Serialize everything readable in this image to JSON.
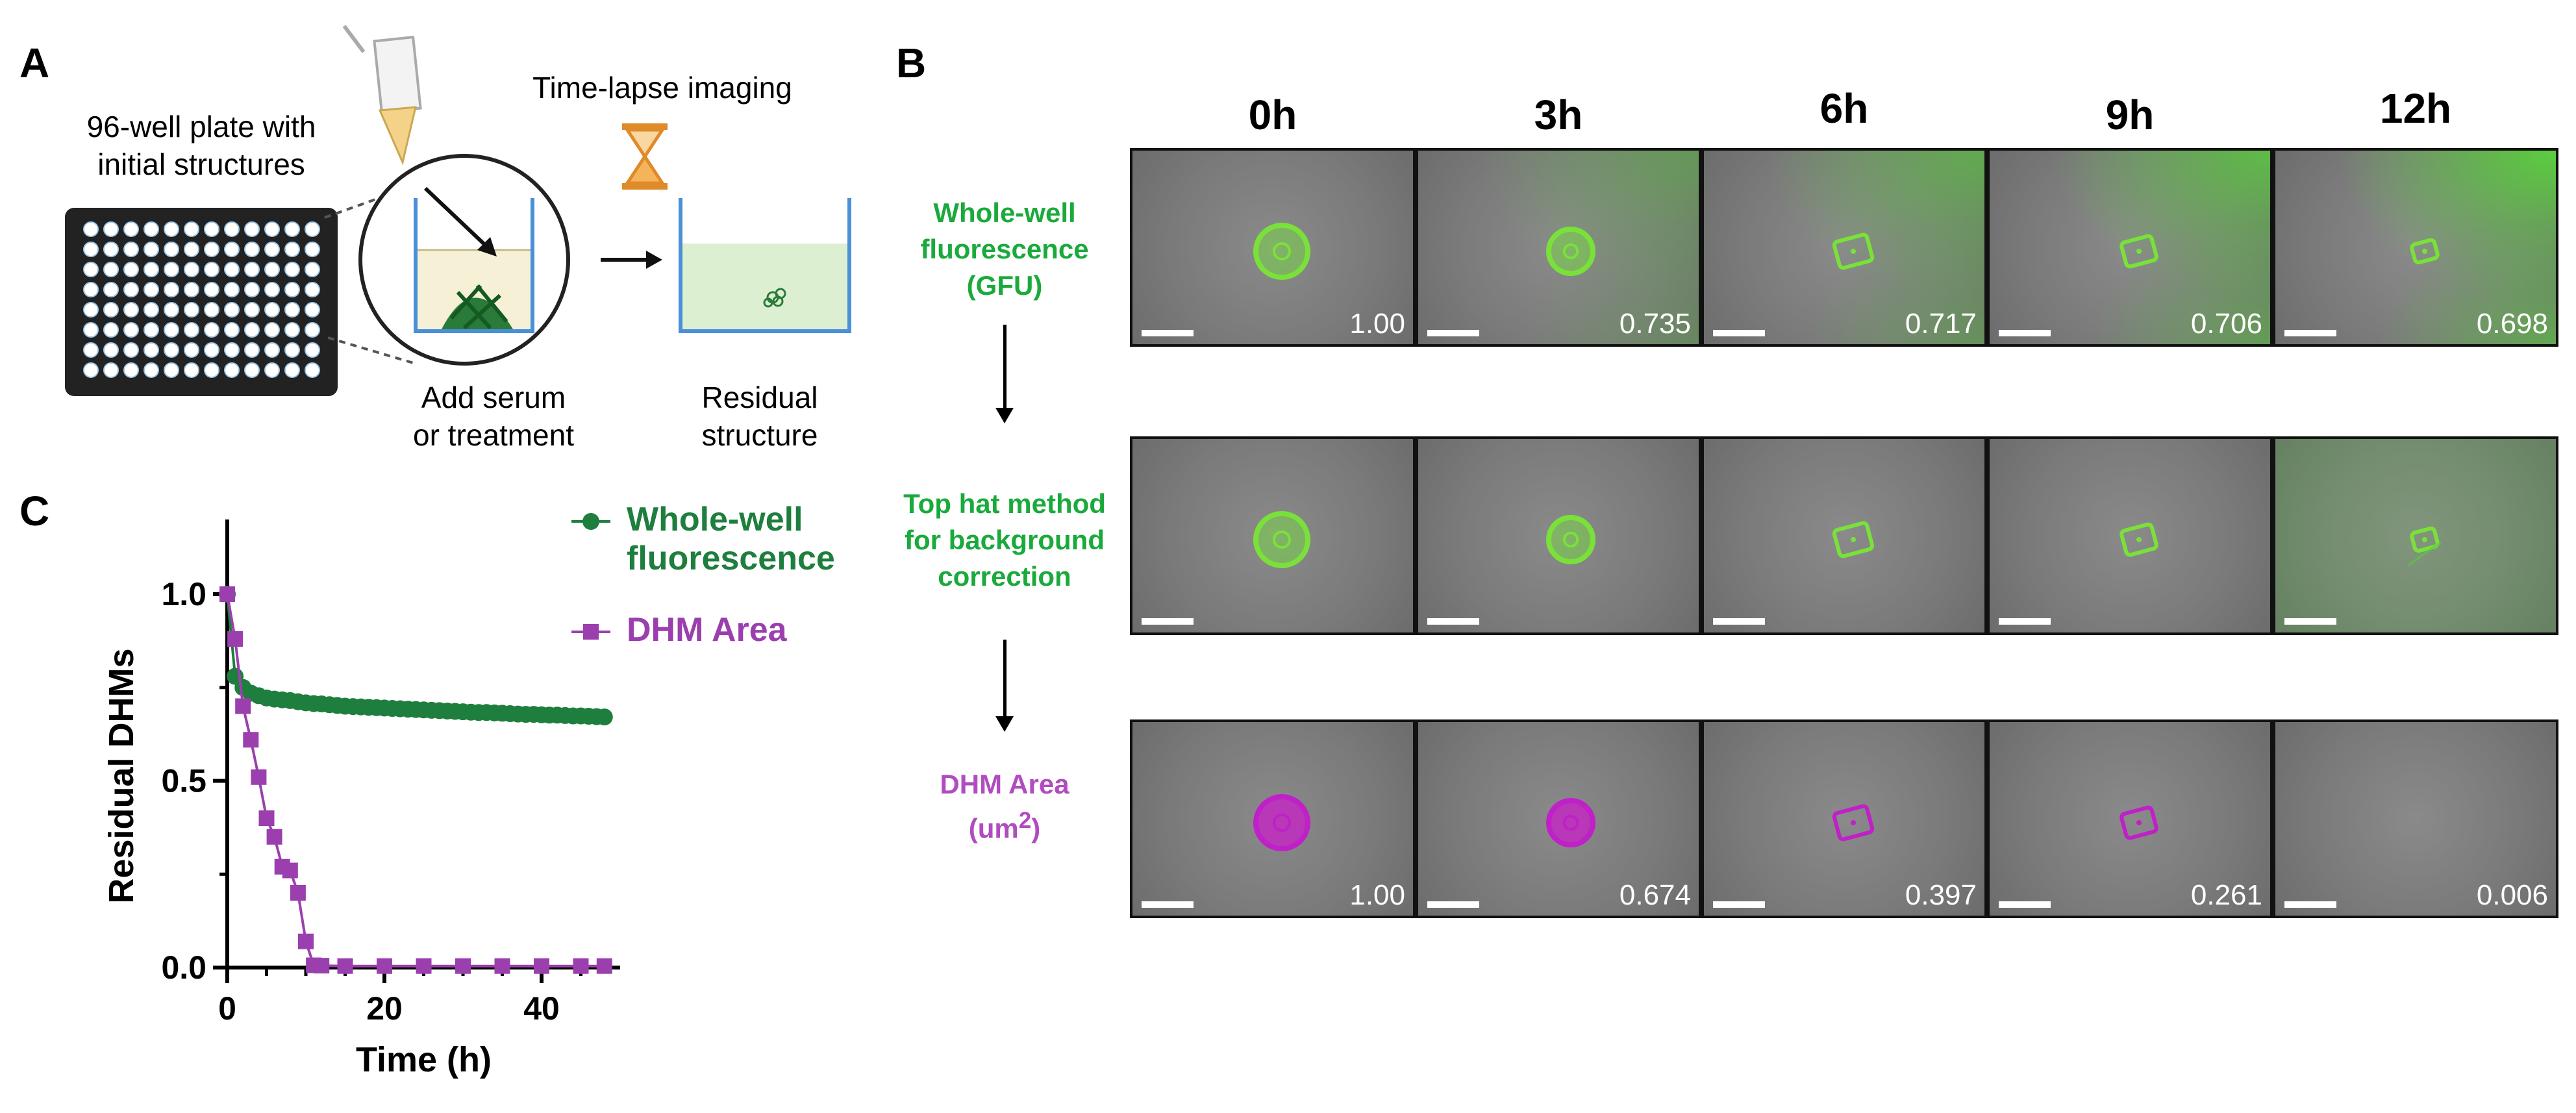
{
  "panels": {
    "A": "A",
    "B": "B",
    "C": "C"
  },
  "panel_a": {
    "plate_label_line1": "96-well plate with",
    "plate_label_line2": "initial structures",
    "timelapse_label": "Time-lapse imaging",
    "add_label_line1": "Add serum",
    "add_label_line2": "or treatment",
    "residual_label_line1": "Residual",
    "residual_label_line2": "structure"
  },
  "panel_b": {
    "times": [
      "0h",
      "3h",
      "6h",
      "9h",
      "12h"
    ],
    "rows": [
      {
        "label_lines": [
          "Whole-well",
          "fluorescence",
          "(GFU)"
        ],
        "color": "#1aaa3c",
        "values": [
          "1.00",
          "0.735",
          "0.717",
          "0.706",
          "0.698"
        ]
      },
      {
        "label_lines": [
          "Top hat method",
          "for background",
          "correction"
        ],
        "color": "#1aaa3c",
        "values": [
          "",
          "",
          "",
          "",
          ""
        ]
      },
      {
        "label_lines": [
          "DHM Area",
          "(um2)"
        ],
        "color": "#b04cc0",
        "values": [
          "1.00",
          "0.674",
          "0.397",
          "0.261",
          "0.006"
        ]
      }
    ]
  },
  "chart_data": {
    "type": "line",
    "xlabel": "Time (h)",
    "ylabel": "Residual DHMs",
    "xlim": [
      0,
      50
    ],
    "ylim": [
      0,
      1.2
    ],
    "xticks": [
      0,
      20,
      40
    ],
    "yticks": [
      "0.0",
      "0.5",
      "1.0"
    ],
    "legend_position": "top-right",
    "series": [
      {
        "name": "Whole-well fluorescence",
        "color": "#1e7e3e",
        "marker": "circle",
        "x": [
          0,
          1,
          2,
          3,
          4,
          5,
          6,
          7,
          8,
          9,
          10,
          11,
          12,
          13,
          14,
          15,
          16,
          17,
          18,
          19,
          20,
          21,
          22,
          23,
          24,
          25,
          26,
          27,
          28,
          29,
          30,
          31,
          32,
          33,
          34,
          35,
          36,
          37,
          38,
          39,
          40,
          41,
          42,
          43,
          44,
          45,
          46,
          47,
          48
        ],
        "y": [
          1.0,
          0.78,
          0.75,
          0.735,
          0.728,
          0.722,
          0.719,
          0.717,
          0.715,
          0.712,
          0.709,
          0.707,
          0.706,
          0.704,
          0.702,
          0.7,
          0.699,
          0.698,
          0.697,
          0.696,
          0.695,
          0.694,
          0.693,
          0.692,
          0.691,
          0.69,
          0.689,
          0.688,
          0.687,
          0.686,
          0.685,
          0.684,
          0.683,
          0.683,
          0.682,
          0.681,
          0.68,
          0.679,
          0.678,
          0.678,
          0.677,
          0.676,
          0.676,
          0.675,
          0.674,
          0.674,
          0.673,
          0.672,
          0.671
        ]
      },
      {
        "name": "DHM Area",
        "color": "#9b3fae",
        "marker": "square",
        "x": [
          0,
          1,
          2,
          3,
          4,
          5,
          6,
          7,
          8,
          9,
          10,
          11,
          12,
          15,
          20,
          25,
          30,
          35,
          40,
          45,
          48
        ],
        "y": [
          1.0,
          0.88,
          0.7,
          0.61,
          0.51,
          0.4,
          0.35,
          0.27,
          0.26,
          0.2,
          0.07,
          0.006,
          0.005,
          0.004,
          0.004,
          0.004,
          0.004,
          0.004,
          0.004,
          0.004,
          0.004
        ]
      }
    ]
  }
}
